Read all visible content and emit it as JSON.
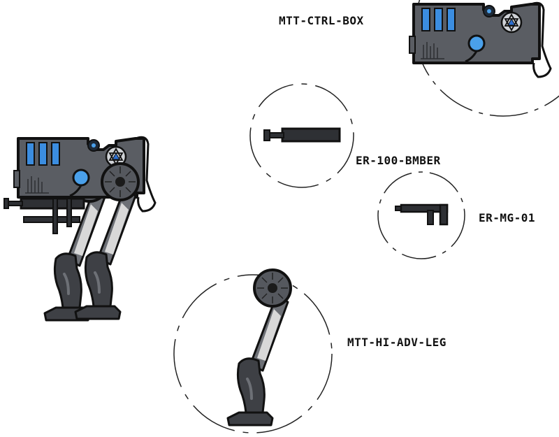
{
  "parts": [
    {
      "id": "ctrl_box",
      "label": "MTT-CTRL-BOX"
    },
    {
      "id": "bomber",
      "label": "ER-100-BMBER"
    },
    {
      "id": "machine_gun",
      "label": "ER-MG-01"
    },
    {
      "id": "leg",
      "label": "MTT-HI-ADV-LEG"
    }
  ],
  "colors": {
    "outline": "#111111",
    "hull": "#5a5d63",
    "hull_light": "#7a7e85",
    "leg_dark": "#3e4045",
    "leg_mid": "#6d7076",
    "accent_blue": "#4aa0ea",
    "vent_blue": "#3b8de0",
    "circle_dash": "#222222"
  }
}
